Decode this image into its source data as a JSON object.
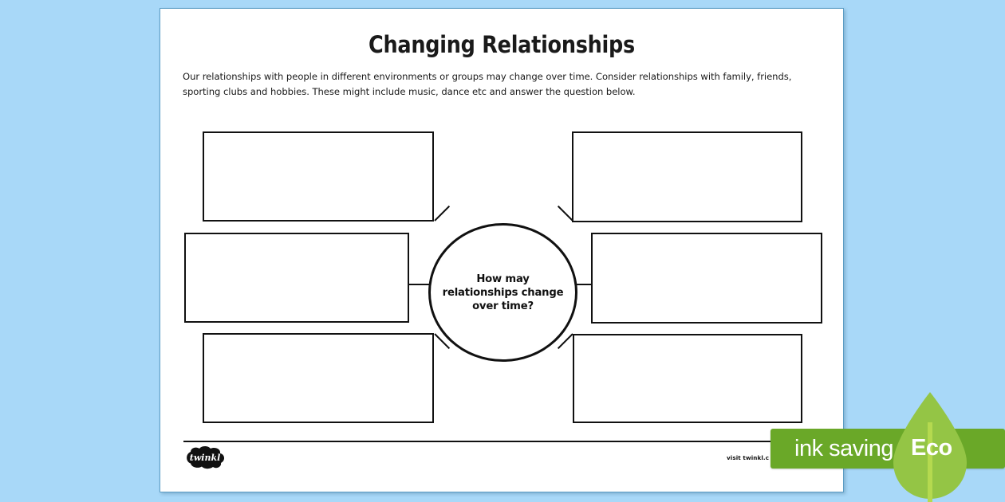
{
  "page": {
    "title": "Changing Relationships",
    "intro": "Our relationships with people in different environments or groups may change over time. Consider relationships with family, friends, sporting clubs and hobbies. These might include music, dance etc and answer the question below."
  },
  "mind_map": {
    "center_question": "How may relationships change over time?",
    "boxes": [
      {
        "id": "top-left",
        "value": ""
      },
      {
        "id": "middle-left",
        "value": ""
      },
      {
        "id": "bottom-left",
        "value": ""
      },
      {
        "id": "top-right",
        "value": ""
      },
      {
        "id": "middle-right",
        "value": ""
      },
      {
        "id": "bottom-right",
        "value": ""
      }
    ],
    "box_count": 6
  },
  "footer": {
    "brand": "twinkl",
    "visit_text": "visit twinkl.c"
  },
  "eco_badge": {
    "banner_label": "ink saving",
    "leaf_label": "Eco",
    "banner_color": "#6aa828",
    "leaf_color": "#94c545",
    "leaf_vein_color": "#b5d94f"
  },
  "colors": {
    "background": "#a8d8f8",
    "page": "#ffffff",
    "page_border": "#5b9cc4",
    "ink": "#111111"
  }
}
